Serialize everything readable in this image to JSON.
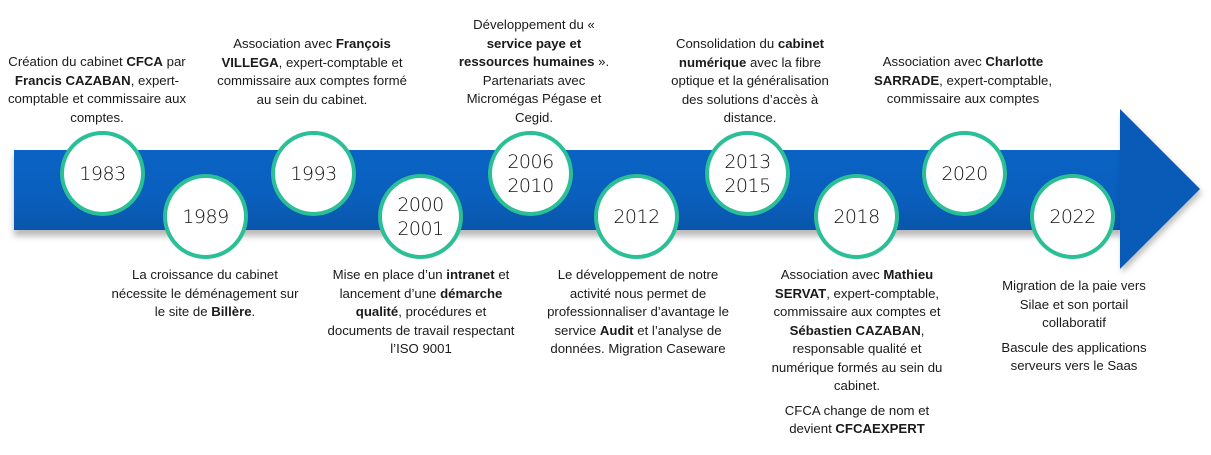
{
  "diagram": {
    "type": "timeline",
    "colors": {
      "arrow": "#0a5fbd",
      "circle_border": "#2bbf97",
      "circle_fill": "#ffffff",
      "text": "#1a1a1a"
    },
    "events": [
      {
        "years": [
          "1983"
        ],
        "position": "above",
        "paragraphs": [
          [
            {
              "t": "Création du cabinet "
            },
            {
              "t": "CFCA",
              "b": true
            },
            {
              "t": " par "
            },
            {
              "t": "Francis CAZABAN",
              "b": true
            },
            {
              "t": ", expert-comptable et commissaire aux comptes."
            }
          ]
        ]
      },
      {
        "years": [
          "1989"
        ],
        "position": "below",
        "paragraphs": [
          [
            {
              "t": "La croissance du cabinet nécessite le déménagement sur le site de "
            },
            {
              "t": "Billère",
              "b": true
            },
            {
              "t": "."
            }
          ]
        ]
      },
      {
        "years": [
          "1993"
        ],
        "position": "above",
        "paragraphs": [
          [
            {
              "t": "Association avec "
            },
            {
              "t": "François VILLEGA",
              "b": true
            },
            {
              "t": ", expert-comptable et commissaire aux comptes formé au sein du cabinet."
            }
          ]
        ]
      },
      {
        "years": [
          "2000",
          "2001"
        ],
        "position": "below",
        "paragraphs": [
          [
            {
              "t": "Mise en place d’un "
            },
            {
              "t": "intranet",
              "b": true
            },
            {
              "t": " et lancement d’une "
            },
            {
              "t": "démarche qualité",
              "b": true
            },
            {
              "t": ", procédures et documents de travail  respectant l’ISO 9001"
            }
          ]
        ]
      },
      {
        "years": [
          "2006",
          "2010"
        ],
        "position": "above",
        "paragraphs": [
          [
            {
              "t": "Développement du « "
            },
            {
              "t": "service paye et ressources humaines",
              "b": true
            },
            {
              "t": " ». Partenariats avec Micromégas Pégase et Cegid."
            }
          ]
        ]
      },
      {
        "years": [
          "2012"
        ],
        "position": "below",
        "paragraphs": [
          [
            {
              "t": "Le développement de notre activité nous permet de professionnaliser d’avantage le service "
            },
            {
              "t": "Audit",
              "b": true
            },
            {
              "t": " et l’analyse de données. Migration Caseware"
            }
          ]
        ]
      },
      {
        "years": [
          "2013",
          "2015"
        ],
        "position": "above",
        "paragraphs": [
          [
            {
              "t": "Consolidation du "
            },
            {
              "t": "cabinet numérique",
              "b": true
            },
            {
              "t": " avec la fibre optique et la généralisation des solutions d’accès à distance."
            }
          ]
        ]
      },
      {
        "years": [
          "2018"
        ],
        "position": "below",
        "paragraphs": [
          [
            {
              "t": "Association avec "
            },
            {
              "t": "Mathieu SERVAT",
              "b": true
            },
            {
              "t": ", expert-comptable, commissaire aux comptes et "
            },
            {
              "t": "Sébastien CAZABAN",
              "b": true
            },
            {
              "t": ", responsable qualité et numérique formés au sein du cabinet."
            }
          ],
          [
            {
              "t": "CFCA change de nom et devient "
            },
            {
              "t": "CFCAEXPERT",
              "b": true
            }
          ]
        ]
      },
      {
        "years": [
          "2020"
        ],
        "position": "above",
        "paragraphs": [
          [
            {
              "t": "Association avec "
            },
            {
              "t": "Charlotte SARRADE",
              "b": true
            },
            {
              "t": ", expert-comptable, commissaire aux comptes"
            }
          ]
        ]
      },
      {
        "years": [
          "2022"
        ],
        "position": "below",
        "paragraphs": [
          [
            {
              "t": "Migration de la paie vers Silae et son portail collaboratif"
            }
          ],
          [
            {
              "t": "Bascule des applications serveurs vers le Saas"
            }
          ]
        ]
      }
    ]
  }
}
